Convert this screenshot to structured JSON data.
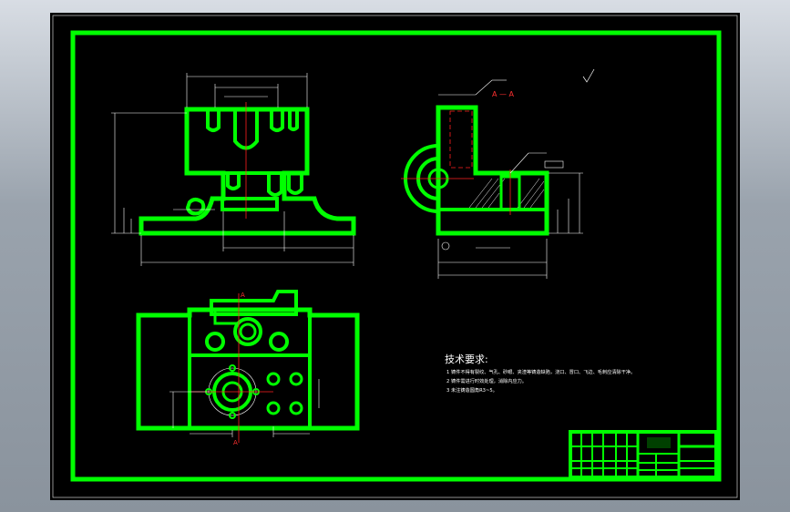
{
  "section_label": "A — A",
  "cut_label_top": "A",
  "cut_label_bottom": "A",
  "technical_requirements": {
    "title": "技术要求:",
    "items": [
      "1  铸件不得有裂纹、气孔、砂眼、夹渣等铸造缺陷，浇口、冒口、飞边、毛刺应清除干净。",
      "2  铸件需进行时效处理，消除内应力。",
      "3  未注铸造圆角R3~5。"
    ]
  },
  "colors": {
    "background": "#000000",
    "outline": "#00ff00",
    "dimension": "#ffffff",
    "centerline": "#ff2020"
  }
}
